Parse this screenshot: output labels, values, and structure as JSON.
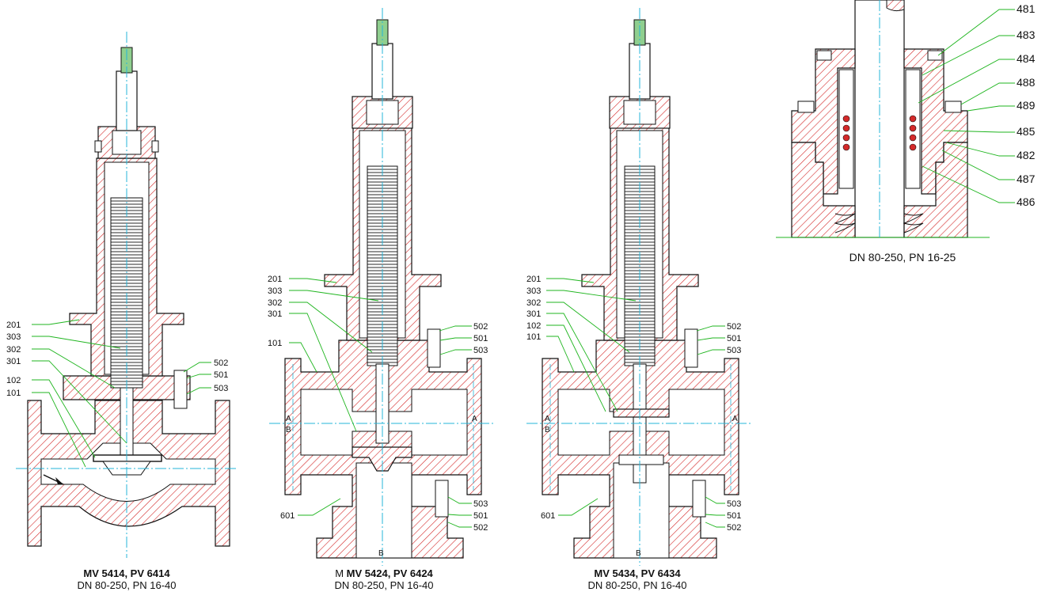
{
  "colors": {
    "hatch": "#d42a2a",
    "leader": "#1fb51f",
    "centerline": "#24b4d8",
    "outline": "#111111"
  },
  "views": [
    {
      "title": "MV 5414, PV 6414",
      "subtitle": "DN 80-250, PN 16-40",
      "labels": [
        "201",
        "303",
        "302",
        "301",
        "102",
        "101",
        "502",
        "501",
        "503"
      ]
    },
    {
      "title_prefix": "M",
      "title": "MV 5424, PV 6424",
      "subtitle": "DN 80-250, PN 16-40",
      "labels": [
        "201",
        "303",
        "302",
        "301",
        "101",
        "502",
        "501",
        "503",
        "503",
        "501",
        "502",
        "601"
      ],
      "section_marks": [
        "A",
        "B",
        "A",
        "B"
      ]
    },
    {
      "title": "MV 5434, PV 6434",
      "subtitle": "DN 80-250, PN 16-40",
      "labels": [
        "201",
        "303",
        "302",
        "301",
        "102",
        "101",
        "502",
        "501",
        "503",
        "503",
        "501",
        "502",
        "601"
      ],
      "section_marks": [
        "A",
        "B",
        "A",
        "B"
      ]
    }
  ],
  "detail": {
    "caption": "DN 80-250, PN 16-25",
    "labels": [
      "481",
      "483",
      "484",
      "488",
      "489",
      "485",
      "482",
      "487",
      "486"
    ]
  }
}
